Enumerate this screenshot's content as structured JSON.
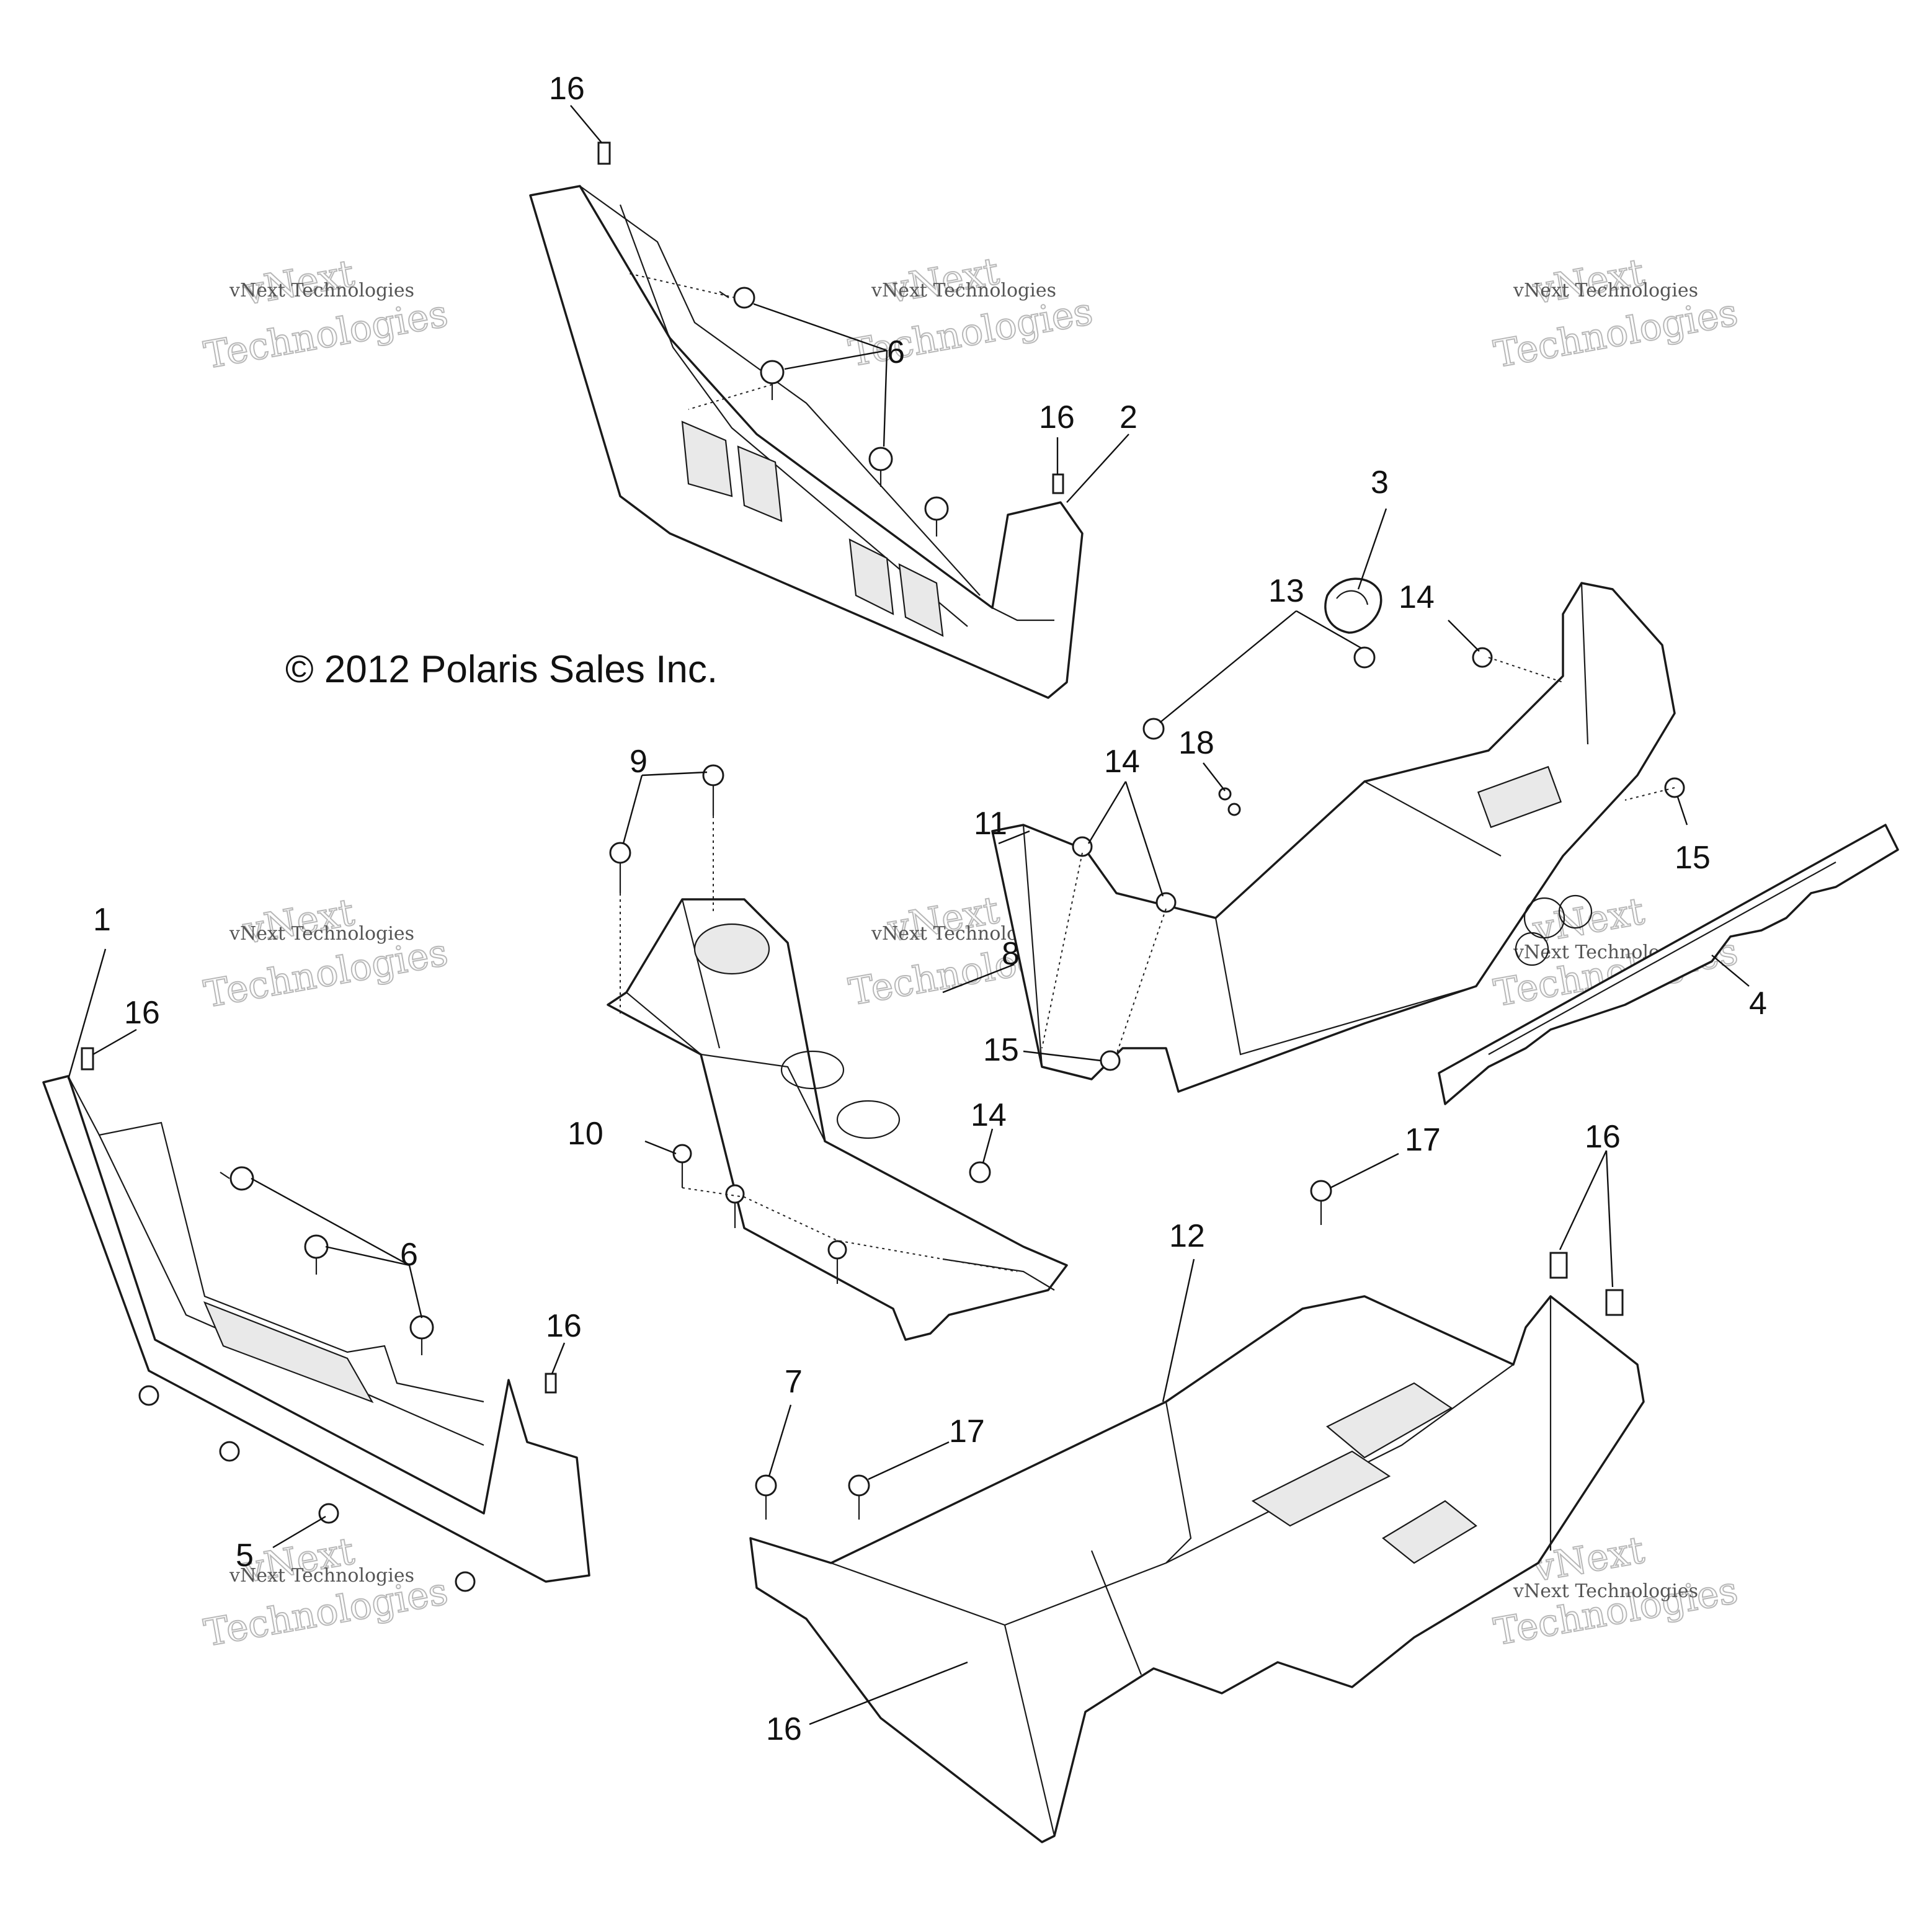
{
  "copyright": "© 2012 Polaris Sales Inc.",
  "watermark": {
    "line1": "vNext",
    "line2": "vNext Technologies",
    "line3": "Technologies"
  },
  "callouts": {
    "c1": "1",
    "c2": "2",
    "c3": "3",
    "c4": "4",
    "c5": "5",
    "c6": "6",
    "c7": "7",
    "c8": "8",
    "c9": "9",
    "c10": "10",
    "c11": "11",
    "c12": "12",
    "c13": "13",
    "c14": "14",
    "c15": "15",
    "c16": "16",
    "c17": "17",
    "c18": "18"
  },
  "colors": {
    "line": "#1a1a1a",
    "background": "#ffffff",
    "watermark": "#b8b8b8"
  }
}
